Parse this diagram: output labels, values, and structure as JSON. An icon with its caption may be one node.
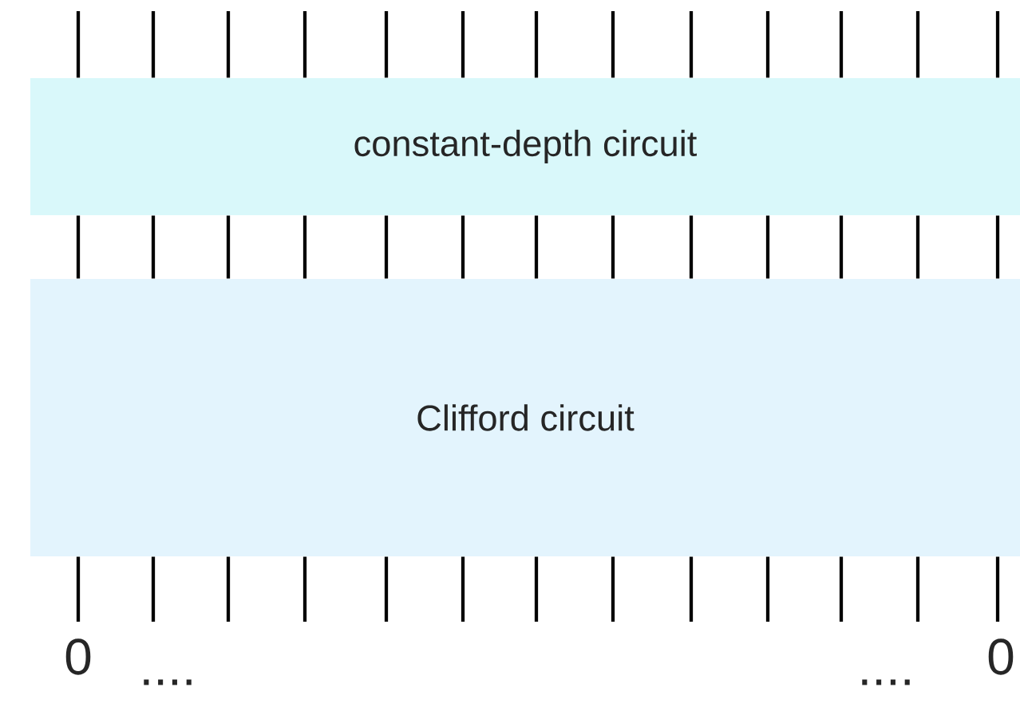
{
  "diagram": {
    "nodes": [
      {
        "text": [
          "constant-depth circuit"
        ]
      },
      {
        "text": [
          "Clifford circuit"
        ]
      }
    ],
    "edges": [
      {
        "from": null,
        "to": 0,
        "arrow": "none"
      },
      {
        "from": null,
        "to": 0,
        "arrow": "none"
      },
      {
        "from": null,
        "to": 0,
        "arrow": "none"
      },
      {
        "from": null,
        "to": 0,
        "arrow": "none"
      },
      {
        "from": null,
        "to": 0,
        "arrow": "none"
      },
      {
        "from": null,
        "to": 0,
        "arrow": "none"
      },
      {
        "from": null,
        "to": 0,
        "arrow": "none"
      },
      {
        "from": null,
        "to": 0,
        "arrow": "none"
      },
      {
        "from": null,
        "to": 0,
        "arrow": "none"
      },
      {
        "from": null,
        "to": 0,
        "arrow": "none"
      },
      {
        "from": null,
        "to": 0,
        "arrow": "none"
      },
      {
        "from": null,
        "to": 0,
        "arrow": "none"
      },
      {
        "from": null,
        "to": 0,
        "arrow": "none"
      },
      {
        "from": 0,
        "to": 1,
        "arrow": "none"
      },
      {
        "from": 0,
        "to": 1,
        "arrow": "none"
      },
      {
        "from": 0,
        "to": 1,
        "arrow": "none"
      },
      {
        "from": 0,
        "to": 1,
        "arrow": "none"
      },
      {
        "from": 0,
        "to": 1,
        "arrow": "none"
      },
      {
        "from": 0,
        "to": 1,
        "arrow": "none"
      },
      {
        "from": 0,
        "to": 1,
        "arrow": "none"
      },
      {
        "from": 0,
        "to": 1,
        "arrow": "none"
      },
      {
        "from": 0,
        "to": 1,
        "arrow": "none"
      },
      {
        "from": 0,
        "to": 1,
        "arrow": "none"
      },
      {
        "from": 0,
        "to": 1,
        "arrow": "none"
      },
      {
        "from": 0,
        "to": 1,
        "arrow": "none"
      },
      {
        "from": 0,
        "to": 1,
        "arrow": "none"
      },
      {
        "from": 1,
        "to": null,
        "arrow": "none"
      },
      {
        "from": 1,
        "to": null,
        "arrow": "none"
      },
      {
        "from": 1,
        "to": null,
        "arrow": "none"
      },
      {
        "from": 1,
        "to": null,
        "arrow": "none"
      },
      {
        "from": 1,
        "to": null,
        "arrow": "none"
      },
      {
        "from": 1,
        "to": null,
        "arrow": "none"
      },
      {
        "from": 1,
        "to": null,
        "arrow": "none"
      },
      {
        "from": 1,
        "to": null,
        "arrow": "none"
      },
      {
        "from": 1,
        "to": null,
        "arrow": "none"
      },
      {
        "from": 1,
        "to": null,
        "arrow": "none"
      },
      {
        "from": 1,
        "to": null,
        "arrow": "none"
      },
      {
        "from": 1,
        "to": null,
        "arrow": "none"
      },
      {
        "from": 1,
        "to": null,
        "arrow": "none"
      }
    ],
    "labels": [
      "0",
      "....",
      "....",
      "0"
    ]
  }
}
